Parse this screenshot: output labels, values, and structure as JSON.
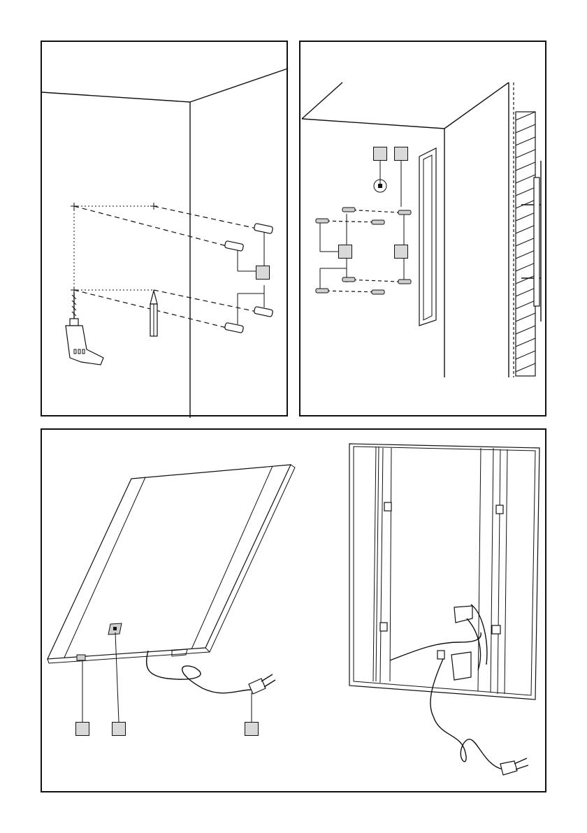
{
  "figure": {
    "panels": [
      {
        "id": "step-drilling",
        "callout_boxes": 1
      },
      {
        "id": "step-mounting",
        "callout_boxes": 4
      },
      {
        "id": "step-connecting",
        "callout_boxes": 3
      }
    ],
    "icons": [
      "drill-icon",
      "pencil-icon",
      "wall-plug-icon",
      "screw-icon",
      "mirror-panel-icon",
      "power-plug-icon",
      "switch-icon",
      "transformer-icon"
    ]
  }
}
